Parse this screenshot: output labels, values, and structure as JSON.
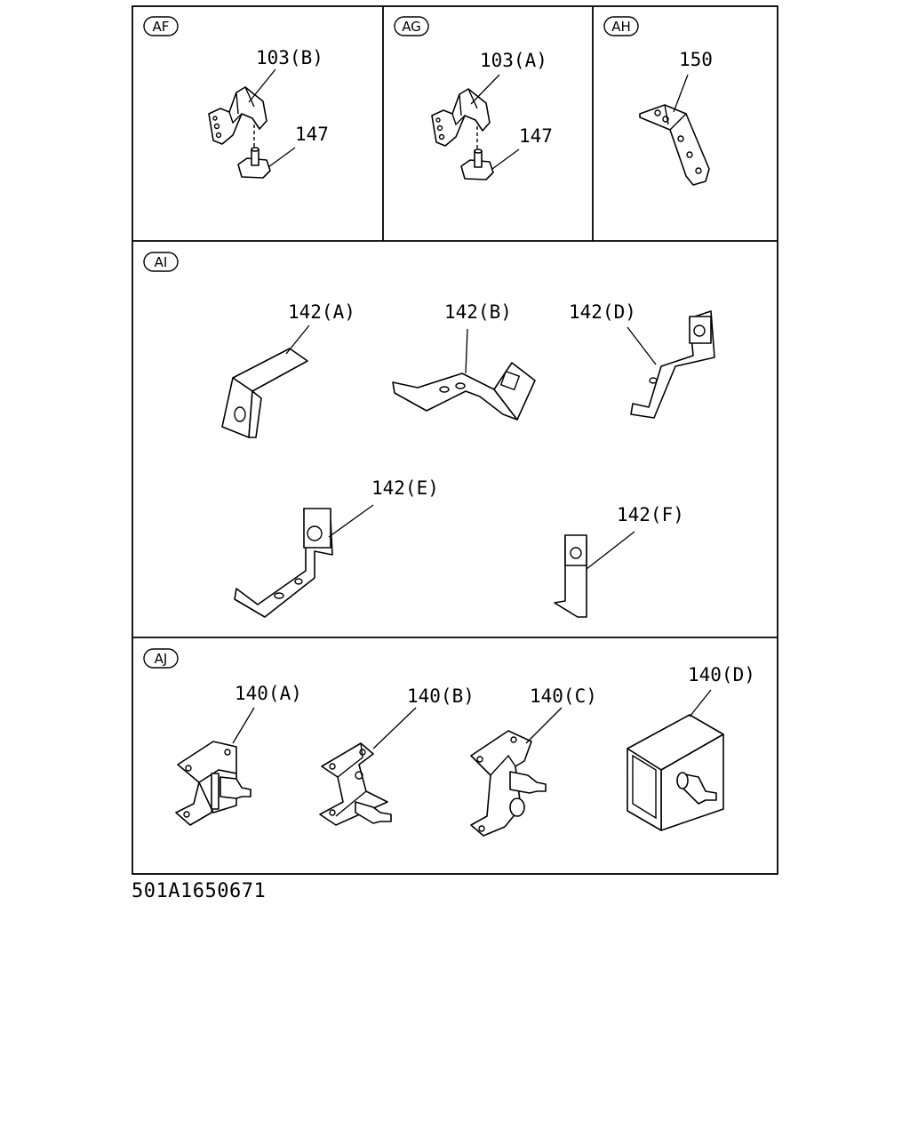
{
  "sections": {
    "af": {
      "tag": "AF",
      "labels": [
        "103(B)",
        "147"
      ]
    },
    "ag": {
      "tag": "AG",
      "labels": [
        "103(A)",
        "147"
      ]
    },
    "ah": {
      "tag": "AH",
      "labels": [
        "150"
      ]
    },
    "ai": {
      "tag": "AI",
      "labels": [
        "142(A)",
        "142(B)",
        "142(D)",
        "142(E)",
        "142(F)"
      ]
    },
    "aj": {
      "tag": "AJ",
      "labels": [
        "140(A)",
        "140(B)",
        "140(C)",
        "140(D)"
      ]
    }
  },
  "figure_code": "501A1650671"
}
